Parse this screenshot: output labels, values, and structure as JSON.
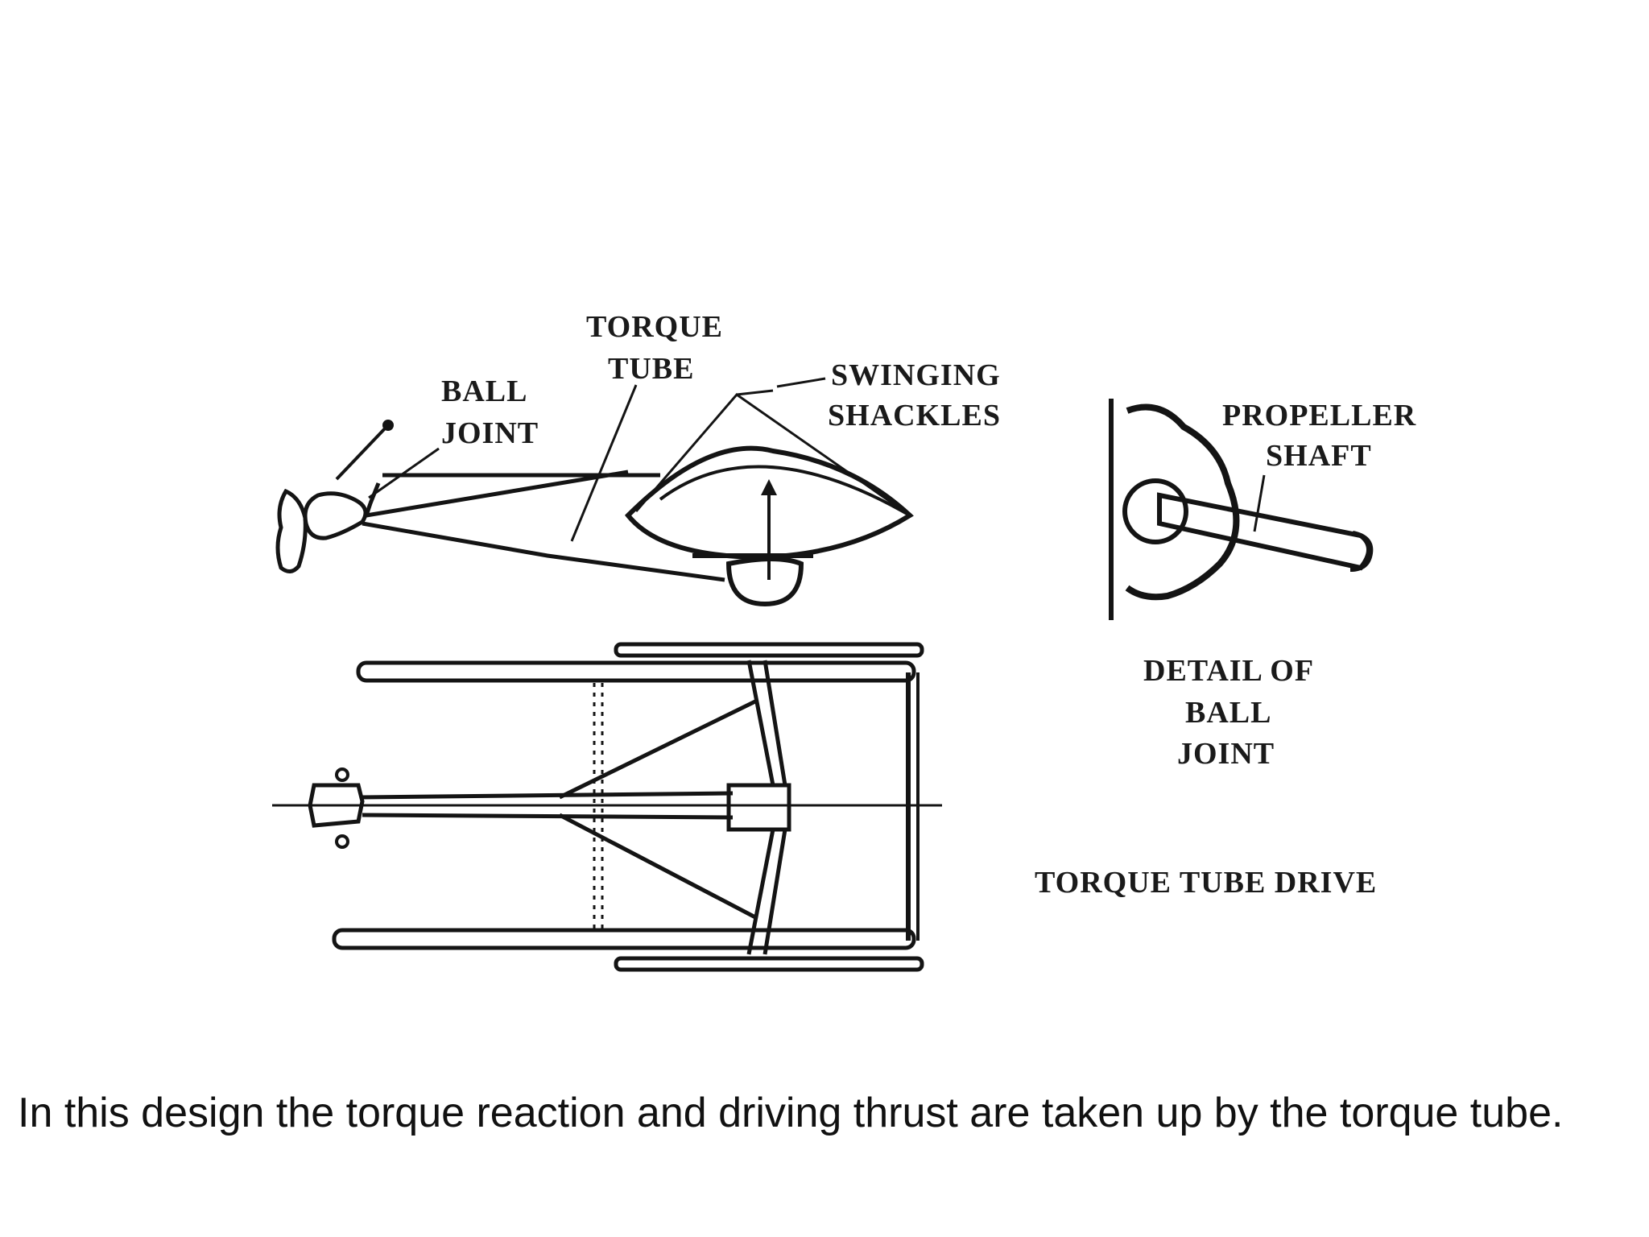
{
  "diagram": {
    "labels": {
      "torque_tube": [
        "TORQUE",
        "TUBE"
      ],
      "ball_joint": [
        "BALL",
        "JOINT"
      ],
      "swinging_shackles": [
        "SWINGING",
        "SHACKLES"
      ],
      "propeller_shaft": [
        "PROPELLER",
        "SHAFT"
      ],
      "detail_of_ball_joint": [
        "DETAIL OF",
        "BALL",
        "JOINT"
      ],
      "title": "TORQUE TUBE DRIVE"
    }
  },
  "caption": "In this design the torque reaction and driving thrust are taken up by the torque tube."
}
